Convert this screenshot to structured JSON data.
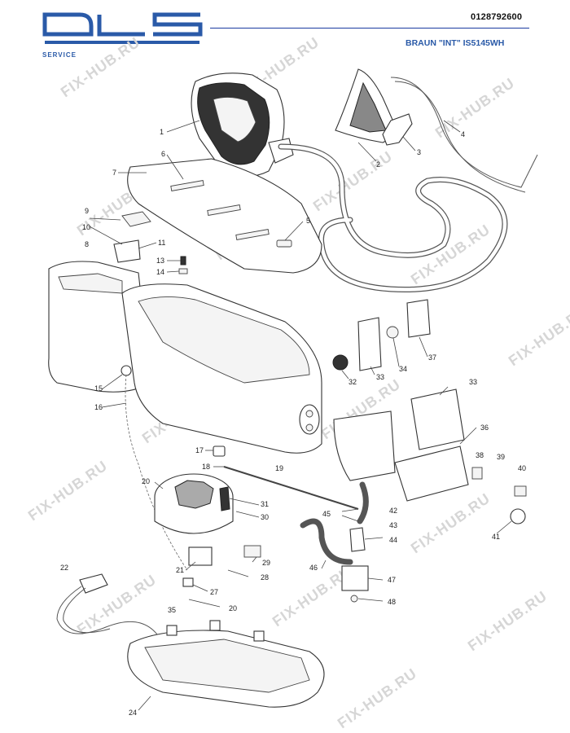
{
  "header": {
    "doc_number": "0128792600",
    "model": "BRAUN \"INT\" IS5145WH",
    "logo_letters": "DLS",
    "logo_sub": "SERVICE"
  },
  "watermark": {
    "text": "FIX-HUB.RU"
  },
  "callouts": [
    "1",
    "2",
    "3",
    "4",
    "5",
    "6",
    "7",
    "8",
    "9",
    "10",
    "11",
    "13",
    "14",
    "15",
    "16",
    "17",
    "18",
    "19",
    "20",
    "20",
    "21",
    "22",
    "24",
    "27",
    "28",
    "29",
    "30",
    "31",
    "32",
    "33",
    "33",
    "34",
    "35",
    "36",
    "37",
    "38",
    "39",
    "40",
    "41",
    "42",
    "43",
    "44",
    "45",
    "46",
    "47",
    "48"
  ]
}
